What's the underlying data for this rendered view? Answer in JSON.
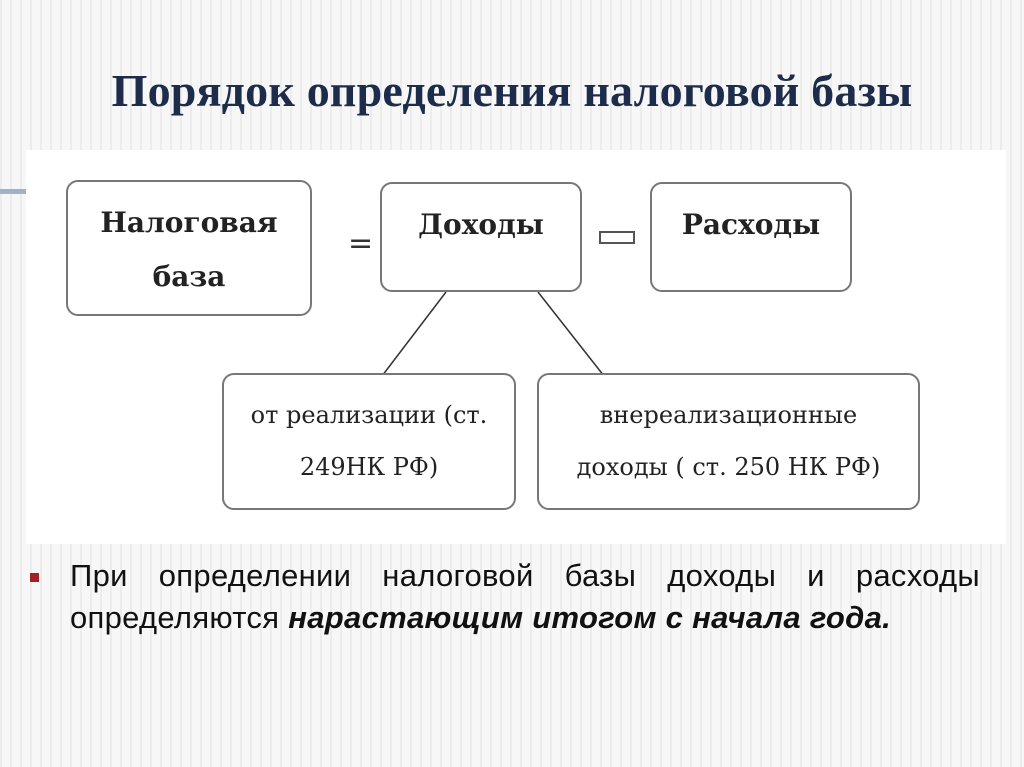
{
  "title": "Порядок определения налоговой базы",
  "diagram": {
    "tax_base": {
      "line1": "Налоговая",
      "line2": "база"
    },
    "equals": "=",
    "income": "Доходы",
    "expenses": "Расходы",
    "income_sources": [
      {
        "line1": "от реализации (ст.",
        "line2": "249НК РФ)"
      },
      {
        "line1": "внереализационные",
        "line2": "доходы ( ст. 250 НК РФ)"
      }
    ]
  },
  "bullet": {
    "text_plain": "При определении налоговой базы доходы и расходы определяются ",
    "text_emphasis": "нарастающим итогом с начала года."
  },
  "colors": {
    "title": "#1c2c4a",
    "bullet_marker": "#a02226",
    "box_border": "#777777"
  }
}
